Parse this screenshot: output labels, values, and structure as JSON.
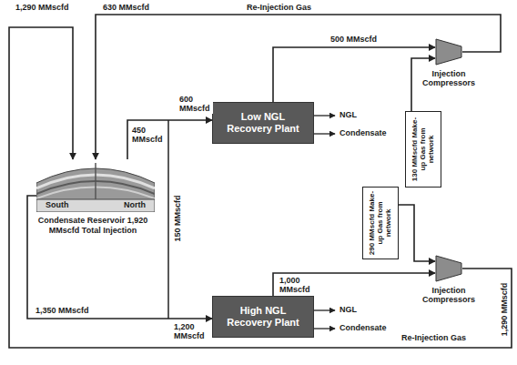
{
  "diagram": {
    "nodes": [
      {
        "text": [
          "South",
          "North",
          "Condensate Reservoir 1,920 MMscfd Total Injection"
        ]
      },
      {
        "text": [
          "Low NGL Recovery Plant"
        ]
      },
      {
        "text": [
          "Injection Compressors"
        ]
      },
      {
        "text": [
          "130 MMscfd Make-up Gas from network"
        ]
      },
      {
        "text": [
          "290 MMscfd Make-up Gas from network"
        ]
      },
      {
        "text": [
          "High NGL Recovery Plant"
        ]
      },
      {
        "text": [
          "Injection Compressors"
        ]
      }
    ],
    "edges": [
      {
        "from": 0,
        "to": 1,
        "label": "450 MMscfd",
        "arrow": "to"
      },
      {
        "from": 0,
        "to": 5,
        "label": "1,350 MMscfd",
        "arrow": "to"
      },
      {
        "from": 1,
        "to": 2,
        "label": "500 MMscfd",
        "arrow": "to"
      },
      {
        "from": 3,
        "to": 2,
        "arrow": "to"
      },
      {
        "from": 4,
        "to": 6,
        "arrow": "to"
      },
      {
        "from": 5,
        "to": 6,
        "label": "1,000 MMscfd",
        "arrow": "to"
      },
      {
        "from": 2,
        "to": 0,
        "label": "630 MMscfd",
        "arrow": "to"
      },
      {
        "from": 6,
        "to": 0,
        "label": "1,290 MMscfd",
        "arrow": "to"
      }
    ],
    "labels": [
      "1,290 MMscfd",
      "Re-Injection Gas",
      "600 MMscfd",
      "150 MMscfd",
      "NGL",
      "Condensate",
      "NGL",
      "Condensate",
      "1,200 MMscfd",
      "Re-Injection Gas"
    ]
  }
}
